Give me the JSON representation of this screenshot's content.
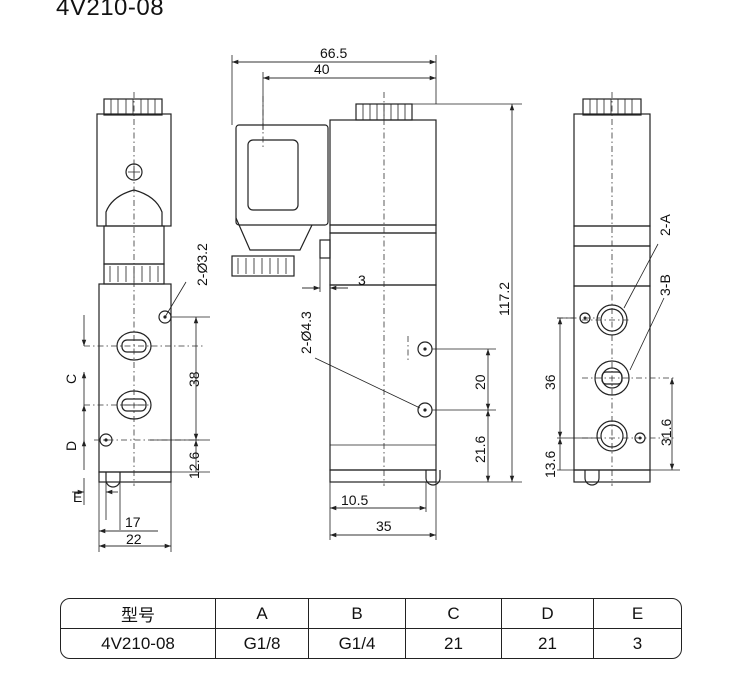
{
  "title": "4V210-08",
  "left_view": {
    "dims": {
      "hole": "2-Ø3.2",
      "pitch": "38",
      "bottom": "12.6",
      "w_inner": "17",
      "w_outer": "22"
    },
    "ports": {
      "c": "C",
      "d": "D",
      "e": "E"
    }
  },
  "middle_view": {
    "dims": {
      "overall_width": "66.5",
      "inner_width": "40",
      "step": "3",
      "height": "117.2",
      "hole": "2-Ø4.3",
      "hole_pitch": "20",
      "hole_bottom": "21.6",
      "base_offset": "10.5",
      "body_width": "35"
    }
  },
  "right_view": {
    "dims": {
      "port_a": "2-A",
      "port_b": "3-B",
      "pitch_36": "36",
      "pitch_316": "31.6",
      "bottom": "13.6"
    }
  },
  "spec_table": {
    "headers": [
      "型号",
      "A",
      "B",
      "C",
      "D",
      "E"
    ],
    "rows": [
      [
        "4V210-08",
        "G1/8",
        "G1/4",
        "21",
        "21",
        "3"
      ]
    ]
  }
}
